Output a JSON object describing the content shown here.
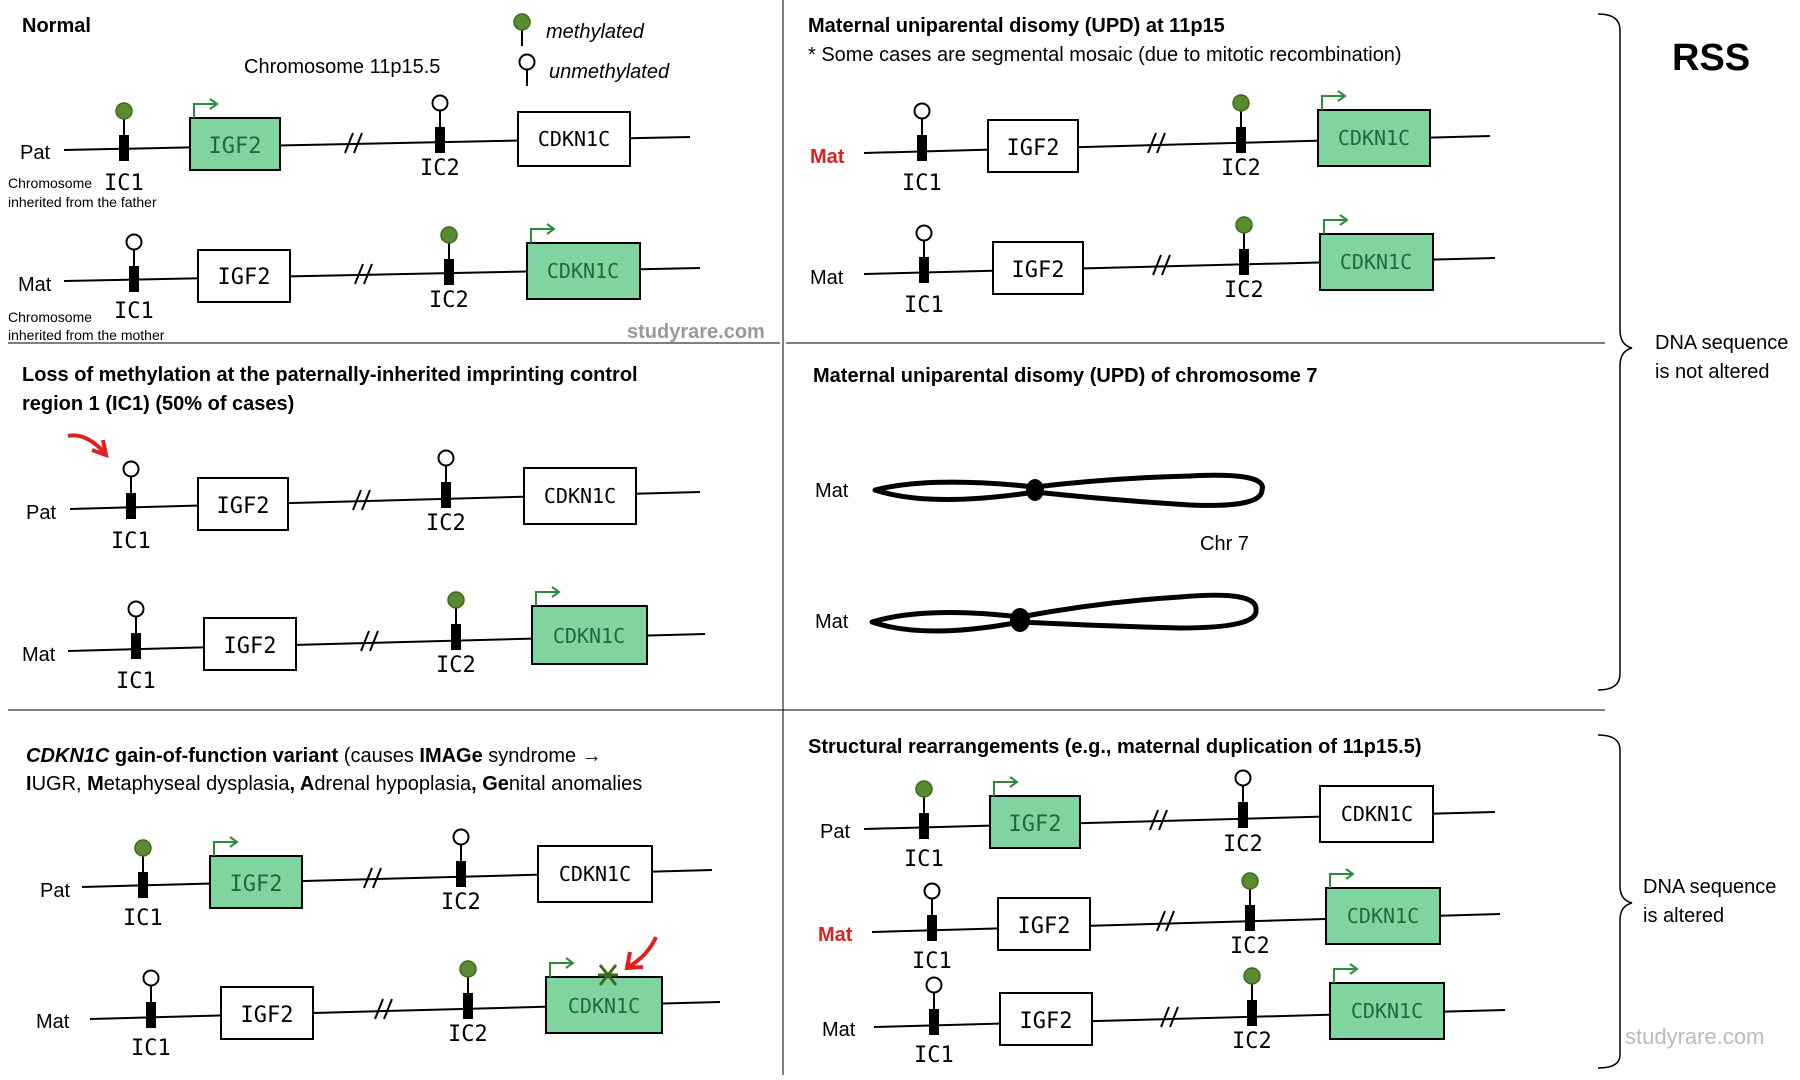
{
  "legend": {
    "methylated": "methylated",
    "unmethylated": "unmethylated"
  },
  "syndrome": "RSS",
  "watermark": "studyrare.com",
  "labels": {
    "pat": "Pat",
    "mat": "Mat",
    "ic1": "IC1",
    "ic2": "IC2",
    "igf2": "IGF2",
    "cdkn1c": "CDKN1C",
    "chr7": "Chr 7"
  },
  "brackets": {
    "not_altered_l1": "DNA sequence",
    "not_altered_l2": "is not altered",
    "altered_l1": "DNA sequence",
    "altered_l2": "is altered"
  },
  "normal": {
    "title": "Normal",
    "chrom": "Chromosome 11p15.5",
    "pat_note_l1": "Chromosome",
    "pat_note_l2": "inherited from the father",
    "mat_note_l1": "Chromosome",
    "mat_note_l2": "inherited from the mother"
  },
  "upd11": {
    "title": "Maternal uniparental disomy (UPD) at 11p15",
    "subtitle": "* Some cases are segmental mosaic (due to mitotic recombination)"
  },
  "lom": {
    "title_l1": "Loss of methylation at the paternally-inherited imprinting control",
    "title_l2": "region 1 (IC1) (50% of cases)"
  },
  "upd7": {
    "title": "Maternal uniparental disomy (UPD) of chromosome 7"
  },
  "gof": {
    "l1_a": "CDKN1C",
    "l1_b": " gain-of-function variant",
    "l1_c": " (causes ",
    "l1_d": "IMAGe",
    "l1_e": " syndrome →",
    "l2_a": "I",
    "l2_b": "UGR, ",
    "l2_c": "M",
    "l2_d": "etaphyseal dysplasia",
    "l2_e": ", A",
    "l2_f": "drenal hypoplasia",
    "l2_g": ", Ge",
    "l2_h": "nital anomalies"
  },
  "struct": {
    "title": "Structural rearrangements (e.g., maternal duplication of 11p15.5)"
  }
}
